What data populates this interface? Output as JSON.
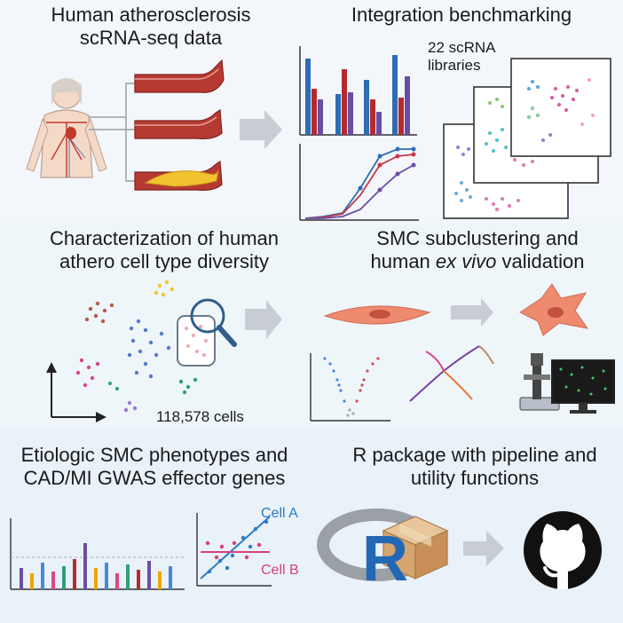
{
  "panel_1": {
    "title_line1": "Human atherosclerosis",
    "title_line2": "scRNA-seq data"
  },
  "panel_2": {
    "title_line1": "Integration benchmarking",
    "libraries_line1": "22 scRNA",
    "libraries_line2": "libraries"
  },
  "panel_3": {
    "title_line1": "Characterization of human",
    "title_line2": "athero cell type diversity",
    "cell_count": "118,578 cells"
  },
  "panel_4": {
    "title_line1": "SMC subclustering and",
    "title_line2_prefix": "human ",
    "title_line2_italic": "ex vivo",
    "title_line2_suffix": " validation"
  },
  "panel_5": {
    "title_line1": "Etiologic SMC phenotypes and",
    "title_line2": "CAD/MI GWAS effector genes",
    "cell_a": "Cell A",
    "cell_b": "Cell B"
  },
  "panel_6": {
    "title_line1": "R package with pipeline and",
    "title_line2": "utility functions",
    "r_logo_letter": "R"
  },
  "icons": [
    "human-body-icon",
    "artery-icon",
    "bar-chart-icon",
    "line-chart-icon",
    "umap-plot-icon",
    "magnifier-icon",
    "smc-cell-icon",
    "volcano-plot-icon",
    "trajectory-icon",
    "microscope-icon",
    "monitor-icon",
    "manhattan-plot-icon",
    "correlation-plot-icon",
    "r-logo-icon",
    "package-box-icon",
    "github-icon",
    "arrow-icon"
  ],
  "colors": {
    "arrow": "#c8cdd3",
    "smc": "#e86a5a",
    "bar_blue": "#2e6db4",
    "bar_red": "#b52a2f",
    "bar_purple": "#6a4ea3",
    "cell_a": "#2e7bc4",
    "cell_b": "#d9407a"
  }
}
